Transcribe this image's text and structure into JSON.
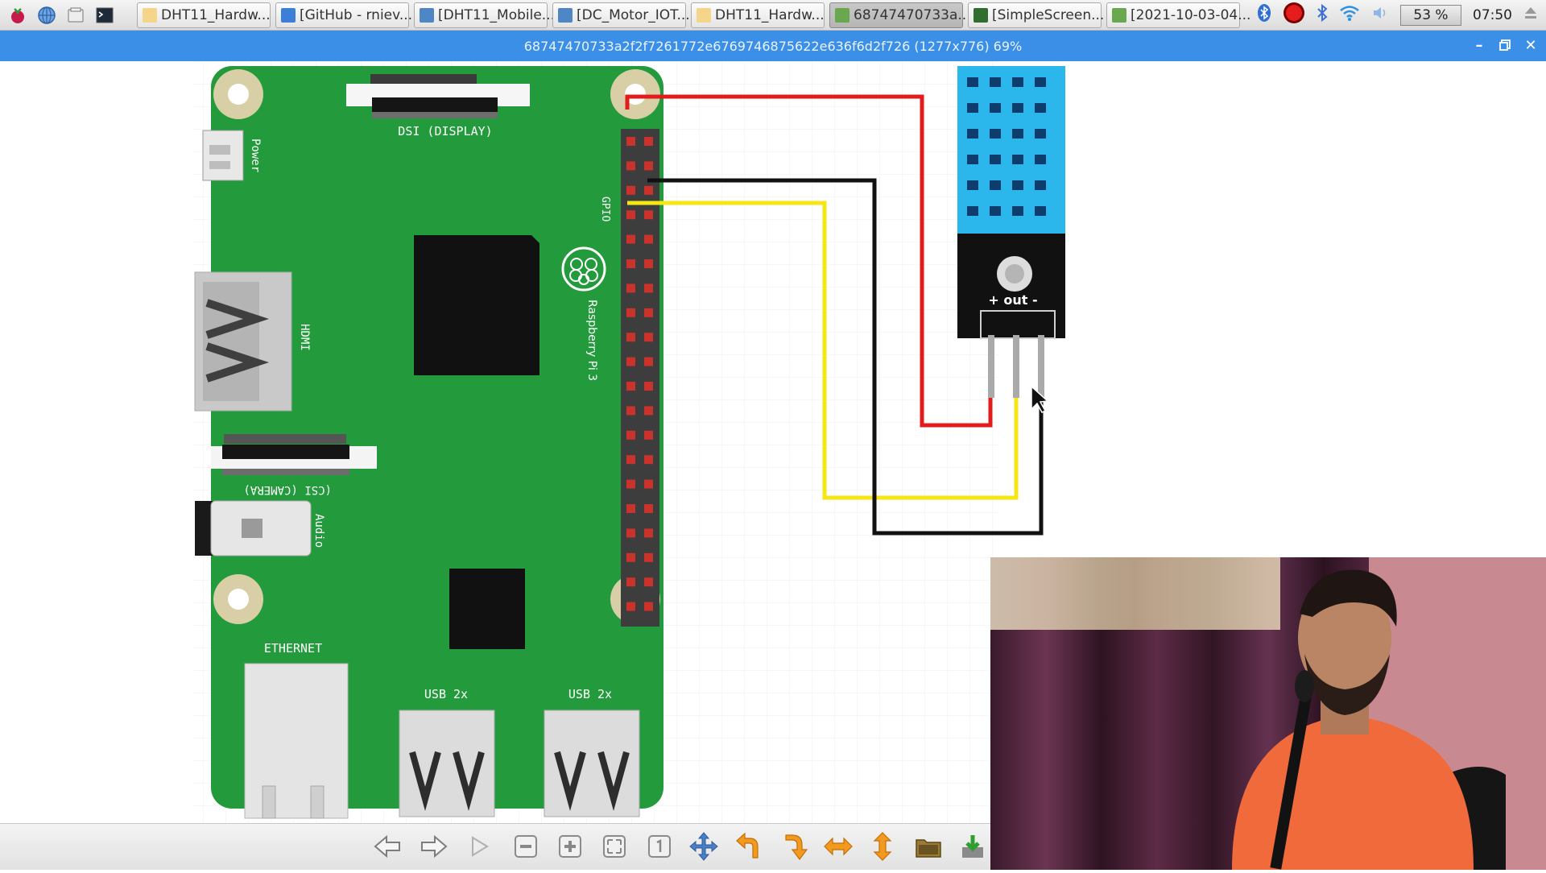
{
  "taskbar": {
    "tasks": [
      {
        "label": "DHT11_Hardw...",
        "icon": "folder-icon",
        "active": false
      },
      {
        "label": "[GitHub - rniev...",
        "icon": "browser-icon",
        "active": false
      },
      {
        "label": "[DHT11_Mobile...",
        "icon": "python-icon",
        "active": false
      },
      {
        "label": "[DC_Motor_IOT...",
        "icon": "python-icon",
        "active": false
      },
      {
        "label": "DHT11_Hardw...",
        "icon": "folder-icon",
        "active": false
      },
      {
        "label": "68747470733a...",
        "icon": "image-viewer-icon",
        "active": true
      },
      {
        "label": "[SimpleScreen...",
        "icon": "recorder-icon",
        "active": false
      },
      {
        "label": "[2021-10-03-04...",
        "icon": "image-viewer-icon",
        "active": false
      }
    ],
    "cpu_usage": "53 %",
    "clock": "07:50"
  },
  "window": {
    "title": "68747470733a2f2f7261772e6769746875622e636f6d2f726 (1277x776) 69%"
  },
  "diagram": {
    "board_labels": {
      "dsi": "DSI (DISPLAY)",
      "power": "Power",
      "gpio": "GPIO",
      "hdmi": "HDMI",
      "csi": "(CSI (CAMERA)",
      "audio": "Audio",
      "brand": "Raspberry Pi 3",
      "ethernet": "ETHERNET",
      "usb1": "USB 2x",
      "usb2": "USB 2x"
    },
    "sensor_label": "+ out -",
    "wire_colors": {
      "vcc": "#e21b1b",
      "data": "#f5e614",
      "gnd": "#111111"
    },
    "board_color": "#239b3c"
  },
  "toolbar": {
    "tools": [
      "arrow-left-icon",
      "arrow-right-icon",
      "play-icon",
      "zoom-out-icon",
      "zoom-in-icon",
      "fit-icon",
      "actual-size-icon",
      "fullscreen-icon",
      "rotate-left-icon",
      "rotate-right-icon",
      "flip-horizontal-icon",
      "flip-vertical-icon",
      "open-folder-icon",
      "save-icon"
    ]
  }
}
